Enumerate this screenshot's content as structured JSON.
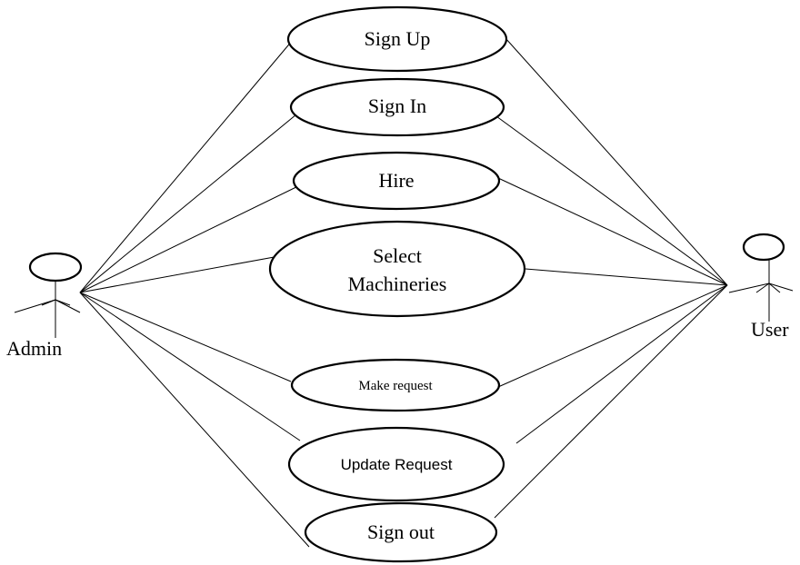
{
  "actors": {
    "left": {
      "label": "Admin",
      "icon": "stick-figure-icon"
    },
    "right": {
      "label": "User",
      "icon": "stick-figure-icon"
    }
  },
  "use_cases": [
    {
      "label_lines": [
        "Sign Up"
      ]
    },
    {
      "label_lines": [
        "Sign In"
      ]
    },
    {
      "label_lines": [
        "Hire"
      ]
    },
    {
      "label_lines": [
        "Select",
        "Machineries"
      ]
    },
    {
      "label_lines": [
        "Make request"
      ]
    },
    {
      "label_lines": [
        "Update Request"
      ]
    },
    {
      "label_lines": [
        "Sign out"
      ]
    }
  ]
}
